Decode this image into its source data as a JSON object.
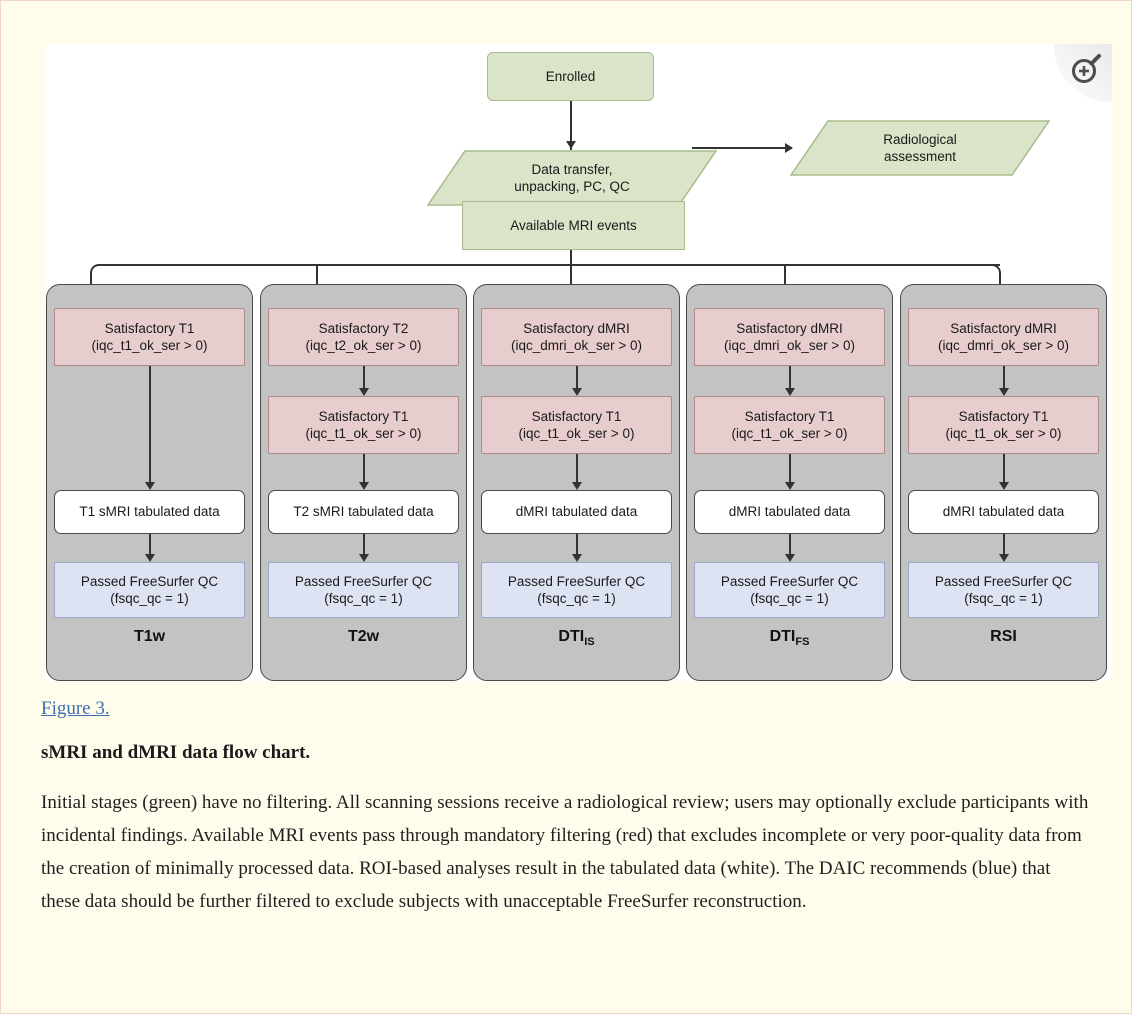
{
  "figure": {
    "zoom_icon": "zoom-in-magnifier-icon",
    "top_flow": [
      {
        "id": "enrolled",
        "label": "Enrolled",
        "shape": "rounded-rect",
        "color": "#d9e4c8"
      },
      {
        "id": "data-transfer",
        "label": "Data transfer,\nunpacking, PC, QC",
        "shape": "parallelogram",
        "color": "#d9e4c8"
      },
      {
        "id": "radiological",
        "label": "Radiological\nassessment",
        "shape": "parallelogram",
        "color": "#d9e4c8"
      },
      {
        "id": "available-mri",
        "label": "Available MRI events",
        "shape": "rect",
        "color": "#d9e4c8"
      }
    ],
    "columns": [
      {
        "id": "t1w",
        "label": "T1w",
        "label_sub": "",
        "filters": [
          {
            "line1": "Satisfactory T1",
            "line2": "(iqc_t1_ok_ser > 0)"
          }
        ],
        "tabulated": "T1 sMRI tabulated data",
        "qc_line1": "Passed FreeSurfer QC",
        "qc_line2": "(fsqc_qc = 1)"
      },
      {
        "id": "t2w",
        "label": "T2w",
        "label_sub": "",
        "filters": [
          {
            "line1": "Satisfactory T2",
            "line2": "(iqc_t2_ok_ser > 0)"
          },
          {
            "line1": "Satisfactory T1",
            "line2": "(iqc_t1_ok_ser > 0)"
          }
        ],
        "tabulated": "T2 sMRI tabulated data",
        "qc_line1": "Passed FreeSurfer QC",
        "qc_line2": "(fsqc_qc = 1)"
      },
      {
        "id": "dti-is",
        "label": "DTI",
        "label_sub": "IS",
        "filters": [
          {
            "line1": "Satisfactory dMRI",
            "line2": "(iqc_dmri_ok_ser > 0)"
          },
          {
            "line1": "Satisfactory T1",
            "line2": "(iqc_t1_ok_ser > 0)"
          }
        ],
        "tabulated": "dMRI tabulated data",
        "qc_line1": "Passed FreeSurfer QC",
        "qc_line2": "(fsqc_qc = 1)"
      },
      {
        "id": "dti-fs",
        "label": "DTI",
        "label_sub": "FS",
        "filters": [
          {
            "line1": "Satisfactory dMRI",
            "line2": "(iqc_dmri_ok_ser > 0)"
          },
          {
            "line1": "Satisfactory T1",
            "line2": "(iqc_t1_ok_ser > 0)"
          }
        ],
        "tabulated": "dMRI tabulated data",
        "qc_line1": "Passed FreeSurfer QC",
        "qc_line2": "(fsqc_qc = 1)"
      },
      {
        "id": "rsi",
        "label": "RSI",
        "label_sub": "",
        "filters": [
          {
            "line1": "Satisfactory dMRI",
            "line2": "(iqc_dmri_ok_ser > 0)"
          },
          {
            "line1": "Satisfactory T1",
            "line2": "(iqc_t1_ok_ser > 0)"
          }
        ],
        "tabulated": "dMRI tabulated data",
        "qc_line1": "Passed FreeSurfer QC",
        "qc_line2": "(fsqc_qc = 1)"
      }
    ],
    "colors": {
      "green": "#d9e4c8",
      "red": "#e7cdcd",
      "blue": "#dde3f3",
      "white": "#ffffff",
      "gray_panel": "#c3c3c3",
      "page_background": "#fffcec",
      "link": "#3d6fae"
    }
  },
  "caption": {
    "link": "Figure 3.",
    "title": "sMRI and dMRI data flow chart.",
    "description": "Initial stages (green) have no filtering. All scanning sessions receive a radiological review; users may optionally exclude participants with incidental findings. Available MRI events pass through mandatory filtering (red) that excludes incomplete or very poor-quality data from the creation of minimally processed data. ROI-based analyses result in the tabulated data (white). The DAIC recommends (blue) that these data should be further filtered to exclude subjects with unacceptable FreeSurfer reconstruction."
  }
}
